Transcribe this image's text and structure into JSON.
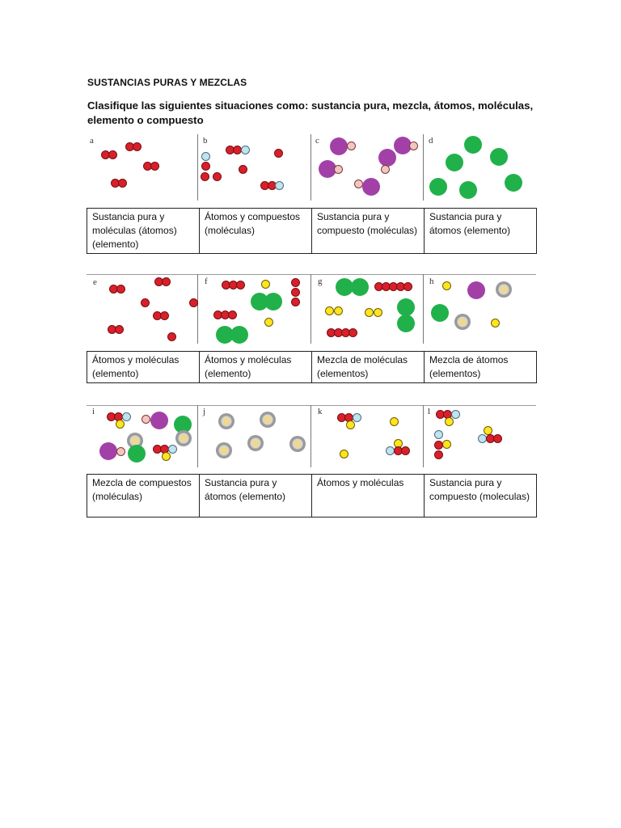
{
  "title": "SUSTANCIAS PURAS Y MEZCLAS",
  "instructions": "Clasifique las siguientes situaciones como: sustancia pura, mezcla, átomos, moléculas, elemento o compuesto",
  "panel_letters": [
    "a",
    "b",
    "c",
    "d",
    "e",
    "f",
    "g",
    "h",
    "i",
    "j",
    "k",
    "l"
  ],
  "answers": [
    [
      "Sustancia pura y moléculas (átomos) (elemento)",
      "Átomos y compuestos (moléculas)",
      "Sustancia pura y compuesto (moléculas)",
      "Sustancia pura y átomos (elemento)"
    ],
    [
      "Átomos y moléculas (elemento)",
      "Átomos y moléculas (elemento)",
      "Mezcla de moléculas (elementos)",
      "Mezcla de átomos (elementos)"
    ],
    [
      "Mezcla de compuestos (moléculas)",
      "Sustancia pura y átomos (elemento)",
      "Átomos y moléculas",
      "Sustancia pura y compuesto (moleculas)"
    ]
  ],
  "atom_colors": {
    "red": "#d8202a",
    "blue": "#bfe4f0",
    "yellow": "#ffe51e",
    "pink": "#f2c6c0",
    "green": "#21b14b",
    "purple": "#a340a8",
    "gray": "#9a9a9a"
  }
}
